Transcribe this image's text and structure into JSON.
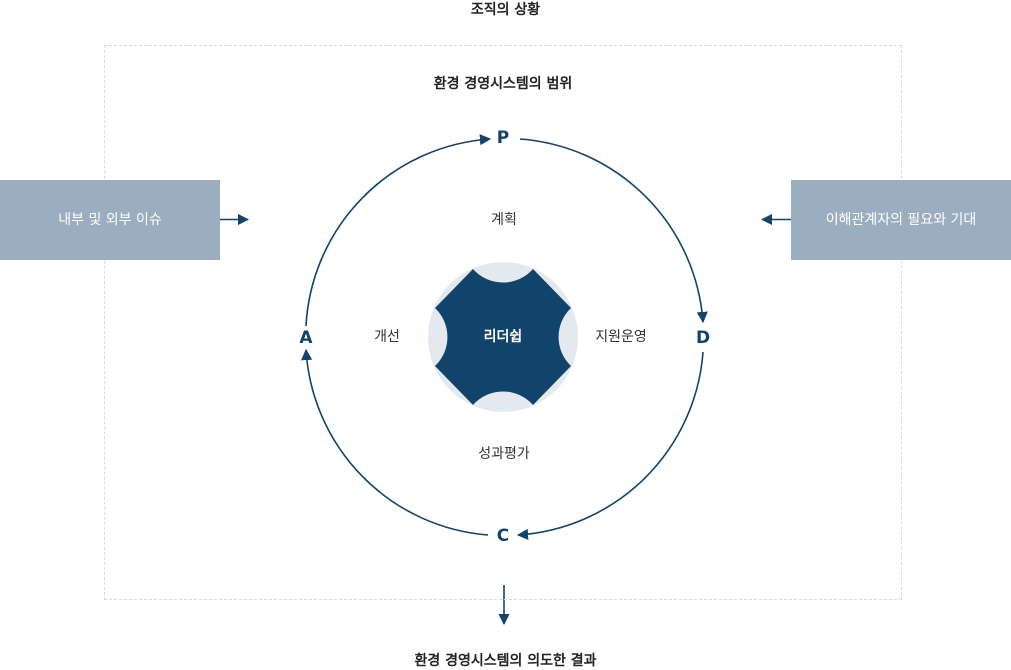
{
  "context_title": "조직의 상황",
  "scope_title": "환경 경영시스템의 범위",
  "left_input": "내부 및 외부 이슈",
  "right_input": "이해관계자의 필요와 기대",
  "result_label": "환경 경영시스템의 의도한 결과",
  "cycle": {
    "p": {
      "letter": "P",
      "label": "계획"
    },
    "d": {
      "letter": "D",
      "label": "지원운영"
    },
    "c": {
      "letter": "C",
      "label": "성과평가"
    },
    "a": {
      "letter": "A",
      "label": "개선"
    }
  },
  "core": "리더쉽",
  "colors": {
    "primary": "#12436b",
    "input_box": "#9aaebf",
    "core_light": "#e4e9ef",
    "dashed_border": "#d7dbe0"
  }
}
